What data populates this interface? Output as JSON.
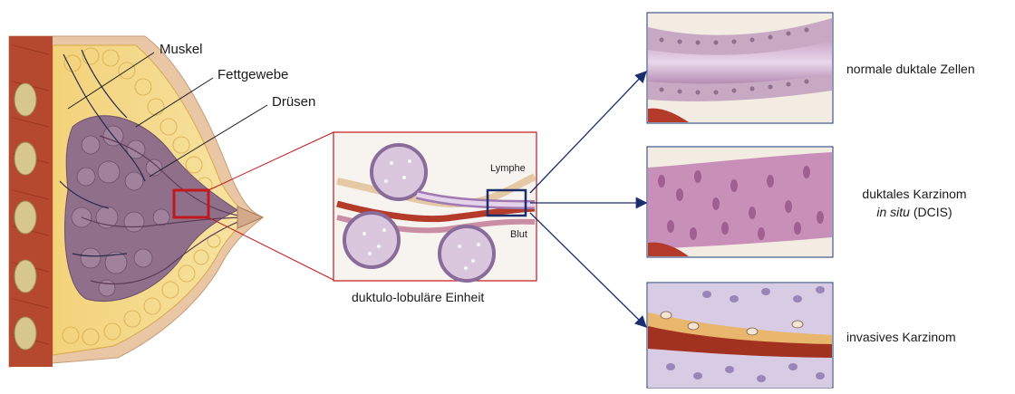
{
  "labels": {
    "muskel": "Muskel",
    "fettgewebe": "Fettgewebe",
    "druesen": "Drüsen",
    "lymphe": "Lymphe",
    "blut": "Blut",
    "caption_unit": "duktulo-lobuläre Einheit"
  },
  "panels": [
    {
      "line1": "normale duktale Zellen",
      "line2": "",
      "line2_suffix": ""
    },
    {
      "line1": "duktales Karzinom",
      "line2": "in situ",
      "line2_suffix": " (DCIS)"
    },
    {
      "line1": "invasives Karzinom",
      "line2": "",
      "line2_suffix": ""
    }
  ],
  "colors": {
    "highlight_box": "#c0181c",
    "inset_box": "#c0181c",
    "focus_box": "#1a2e6e",
    "arrow": "#1a2e6e",
    "panel_border": "#1a2e6e"
  }
}
